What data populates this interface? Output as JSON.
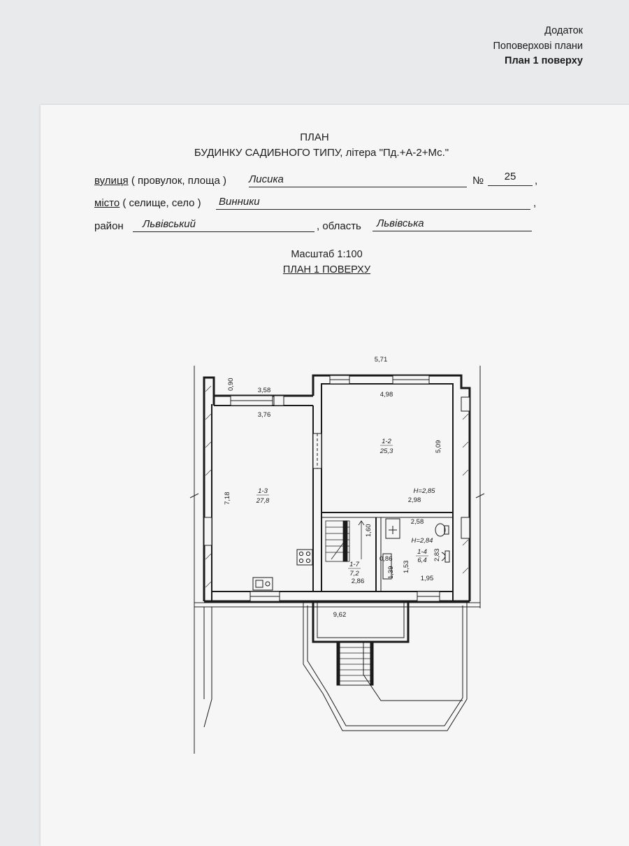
{
  "appendix": {
    "line1": "Додаток",
    "line2": "Поповерхові плани",
    "line3": "План 1 поверху"
  },
  "header": {
    "title1": "ПЛАН",
    "title2": "БУДИНКУ САДИБНОГО ТИПУ, літера \"Пд.+А-2+Мс.\"",
    "street_label_u": "вулиця",
    "street_label_rest": " ( провулок, площа )",
    "street_value": "Лисика",
    "number_label": "№",
    "number_value": "25",
    "comma": ",",
    "city_label_u": "місто",
    "city_label_rest": " ( селище, село )",
    "city_value": "Винники",
    "district_label": "район",
    "district_value": "Львівський",
    "region_label": ", область",
    "region_value": "Львівська",
    "scale": "Масштаб  1:100",
    "floor_title": "ПЛАН 1 ПОВЕРХУ"
  },
  "plan": {
    "dims": {
      "d571": "5,71",
      "d090": "0,90",
      "d358": "3,58",
      "d376": "3,76",
      "d498": "4,98",
      "d718": "7,18",
      "d509": "5,09",
      "d298": "2,98",
      "d258": "2,58",
      "d160": "1,60",
      "d086": "0,86",
      "d139": "1,39",
      "d153": "1,53",
      "d283": "2,83",
      "d195": "1,95",
      "d286": "2,86",
      "d962": "9,62"
    },
    "rooms": {
      "r12_id": "1-2",
      "r12_area": "25,3",
      "r13_id": "1-3",
      "r13_area": "27,8",
      "r14_id": "1-4",
      "r14_area": "6,4",
      "r17_id": "1-7",
      "r17_area": "7,2",
      "h285": "H=2,85",
      "h284": "H=2,84"
    }
  }
}
